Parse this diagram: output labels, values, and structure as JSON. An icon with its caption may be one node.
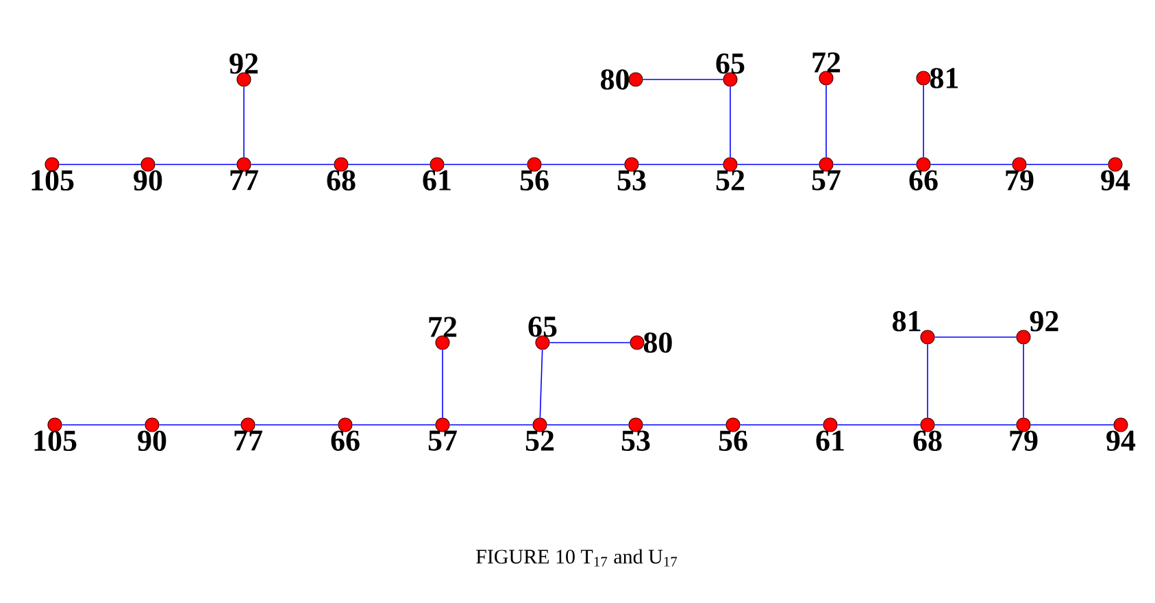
{
  "diagram": {
    "caption": "FIGURE 10  T$_{17}$  and U$_{17}$",
    "nodes": [
      {
        "text": [
          "105"
        ]
      },
      {
        "text": [
          "90"
        ]
      },
      {
        "text": [
          "77"
        ]
      },
      {
        "text": [
          "68"
        ]
      },
      {
        "text": [
          "61"
        ]
      },
      {
        "text": [
          "56"
        ]
      },
      {
        "text": [
          "53"
        ]
      },
      {
        "text": [
          "52"
        ]
      },
      {
        "text": [
          "57"
        ]
      },
      {
        "text": [
          "66"
        ]
      },
      {
        "text": [
          "79"
        ]
      },
      {
        "text": [
          "94"
        ]
      },
      {
        "text": [
          "92"
        ]
      },
      {
        "text": [
          "80"
        ]
      },
      {
        "text": [
          "65"
        ]
      },
      {
        "text": [
          "72"
        ]
      },
      {
        "text": [
          "81"
        ]
      },
      {
        "text": [
          "105"
        ]
      },
      {
        "text": [
          "90"
        ]
      },
      {
        "text": [
          "77"
        ]
      },
      {
        "text": [
          "66"
        ]
      },
      {
        "text": [
          "57"
        ]
      },
      {
        "text": [
          "52"
        ]
      },
      {
        "text": [
          "53"
        ]
      },
      {
        "text": [
          "56"
        ]
      },
      {
        "text": [
          "61"
        ]
      },
      {
        "text": [
          "68"
        ]
      },
      {
        "text": [
          "79"
        ]
      },
      {
        "text": [
          "94"
        ]
      },
      {
        "text": [
          "72"
        ]
      },
      {
        "text": [
          "65"
        ]
      },
      {
        "text": [
          "80"
        ]
      },
      {
        "text": [
          "81"
        ]
      },
      {
        "text": [
          "92"
        ]
      }
    ],
    "edges": [
      {
        "from": 0,
        "to": 1,
        "arrow": "none"
      },
      {
        "from": 1,
        "to": 2,
        "arrow": "none"
      },
      {
        "from": 2,
        "to": 3,
        "arrow": "none"
      },
      {
        "from": 3,
        "to": 4,
        "arrow": "none"
      },
      {
        "from": 4,
        "to": 5,
        "arrow": "none"
      },
      {
        "from": 5,
        "to": 6,
        "arrow": "none"
      },
      {
        "from": 6,
        "to": 7,
        "arrow": "none"
      },
      {
        "from": 7,
        "to": 8,
        "arrow": "none"
      },
      {
        "from": 8,
        "to": 9,
        "arrow": "none"
      },
      {
        "from": 9,
        "to": 10,
        "arrow": "none"
      },
      {
        "from": 10,
        "to": 11,
        "arrow": "none"
      },
      {
        "from": 2,
        "to": 12,
        "arrow": "none"
      },
      {
        "from": 13,
        "to": 14,
        "arrow": "none"
      },
      {
        "from": 14,
        "to": 7,
        "arrow": "none"
      },
      {
        "from": 8,
        "to": 15,
        "arrow": "none"
      },
      {
        "from": 9,
        "to": 16,
        "arrow": "none"
      },
      {
        "from": 17,
        "to": 18,
        "arrow": "none"
      },
      {
        "from": 18,
        "to": 19,
        "arrow": "none"
      },
      {
        "from": 19,
        "to": 20,
        "arrow": "none"
      },
      {
        "from": 20,
        "to": 21,
        "arrow": "none"
      },
      {
        "from": 21,
        "to": 22,
        "arrow": "none"
      },
      {
        "from": 22,
        "to": 23,
        "arrow": "none"
      },
      {
        "from": 23,
        "to": 24,
        "arrow": "none"
      },
      {
        "from": 24,
        "to": 25,
        "arrow": "none"
      },
      {
        "from": 25,
        "to": 26,
        "arrow": "none"
      },
      {
        "from": 26,
        "to": 27,
        "arrow": "none"
      },
      {
        "from": 27,
        "to": 28,
        "arrow": "none"
      },
      {
        "from": 21,
        "to": 29,
        "arrow": "none"
      },
      {
        "from": 22,
        "to": 30,
        "arrow": "none"
      },
      {
        "from": 30,
        "to": 31,
        "arrow": "none"
      },
      {
        "from": 26,
        "to": 32,
        "arrow": "none"
      },
      {
        "from": 32,
        "to": 33,
        "arrow": "none"
      },
      {
        "from": 33,
        "to": 27,
        "arrow": "none"
      }
    ]
  }
}
